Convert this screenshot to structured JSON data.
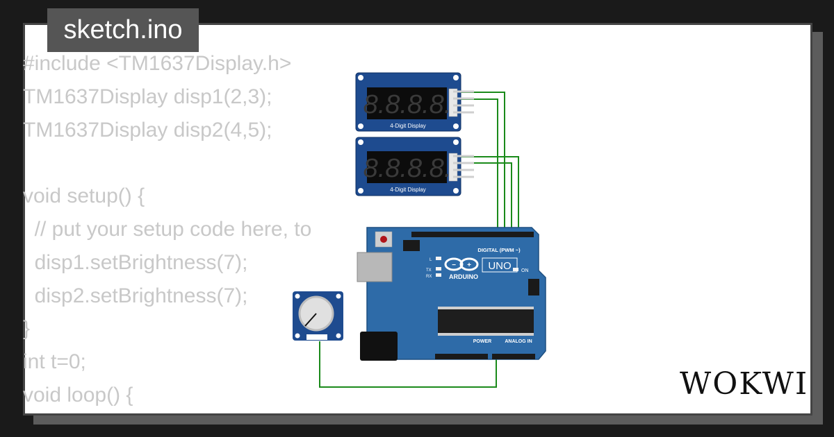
{
  "title": "sketch.ino",
  "code_lines": [
    "#include <TM1637Display.h>",
    "TM1637Display disp1(2,3);",
    "TM1637Display disp2(4,5);",
    "",
    "void setup() {",
    "  // put your setup code here, to",
    "  disp1.setBrightness(7);",
    "  disp2.setBrightness(7);",
    "}",
    "int t=0;",
    "void loop() {"
  ],
  "displays": [
    {
      "digits": "8.8.8.8.",
      "label": "4-Digit Display"
    },
    {
      "digits": "8.8.8.8.",
      "label": "4-Digit Display"
    }
  ],
  "board": {
    "name": "UNO",
    "brand": "ARDUINO",
    "digital_header": "DIGITAL (PWM ~)",
    "power_header": "POWER",
    "analog_header": "ANALOG IN",
    "on_label": "ON",
    "l_label": "L",
    "tx_label": "TX",
    "rx_label": "RX"
  },
  "brand_logo": "WOKWI",
  "colors": {
    "wire": "#1a8a1a",
    "board": "#2e6ba8",
    "display_module": "#1e4b8f"
  }
}
